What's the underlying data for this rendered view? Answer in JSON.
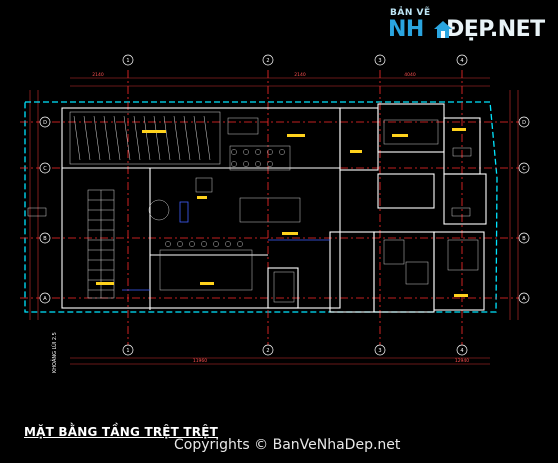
{
  "logo": {
    "small": "BẢN VẼ",
    "big_left": "NH",
    "big_right": "ĐẸP.NET"
  },
  "title": "MẶT BẰNG TẦNG TRỆT TRỆT",
  "copyright": "Copyrights © BanVeNhaDep.net",
  "side_note": "KHOẢNG LÙI 2.5",
  "grid": {
    "cols": [
      "1",
      "2",
      "3",
      "4"
    ],
    "rows": [
      "D",
      "C",
      "B",
      "A"
    ]
  },
  "dims_top": [
    "2140",
    "2140",
    "4040"
  ],
  "dims_bottom": [
    "11960",
    "12940"
  ],
  "colors": {
    "bg": "#000000",
    "wall": "#ffffff",
    "axis": "#ff2b2b",
    "boundary": "#00e5ff",
    "dim": "#ff4040",
    "label": "#ffd21c",
    "furniture": "#d0d0d0",
    "blue": "#4060ff"
  }
}
